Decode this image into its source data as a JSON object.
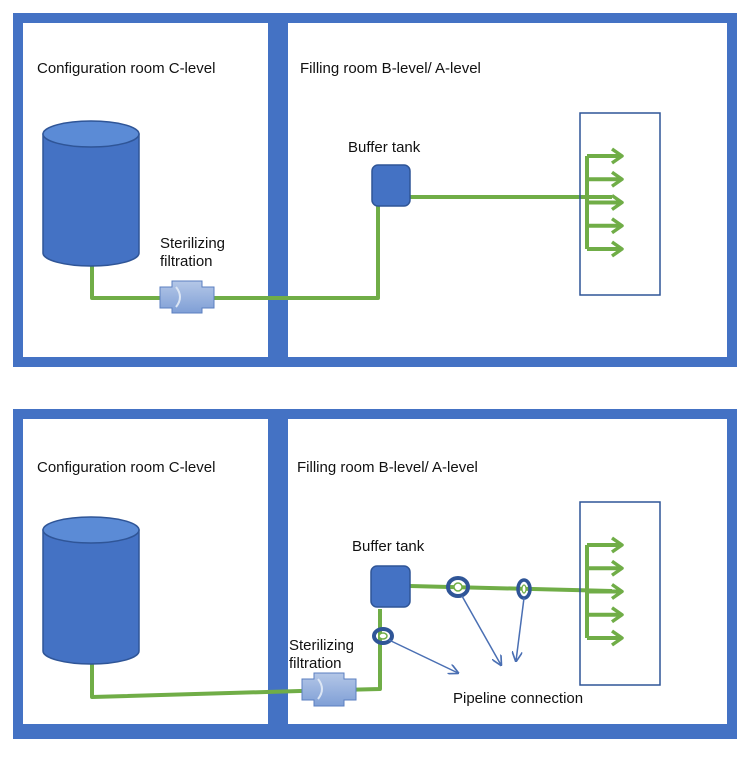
{
  "colors": {
    "frame": "#4472C4",
    "tank_fill": "#4472C4",
    "tank_top": "#5B8BD6",
    "pipe": "#70AD47",
    "pointer": "#4A6FB3",
    "outlet_border": "#2F5597",
    "filter_fill": "#8FAADC"
  },
  "top": {
    "left_room": {
      "title": "Configuration room C-level"
    },
    "right_room": {
      "title": "Filling room B-level/ A-level"
    },
    "filter_label_1": "Sterilizing",
    "filter_label_2": "filtration",
    "buffer_tank_label": "Buffer tank",
    "outlet_arrow_count": 5
  },
  "bottom": {
    "left_room": {
      "title": "Configuration room C-level"
    },
    "right_room": {
      "title": "Filling room B-level/ A-level"
    },
    "filter_label_1": "Sterilizing",
    "filter_label_2": "filtration",
    "buffer_tank_label": "Buffer tank",
    "pipeline_label": "Pipeline connection",
    "outlet_arrow_count": 5,
    "pipeline_connection_count": 3
  }
}
